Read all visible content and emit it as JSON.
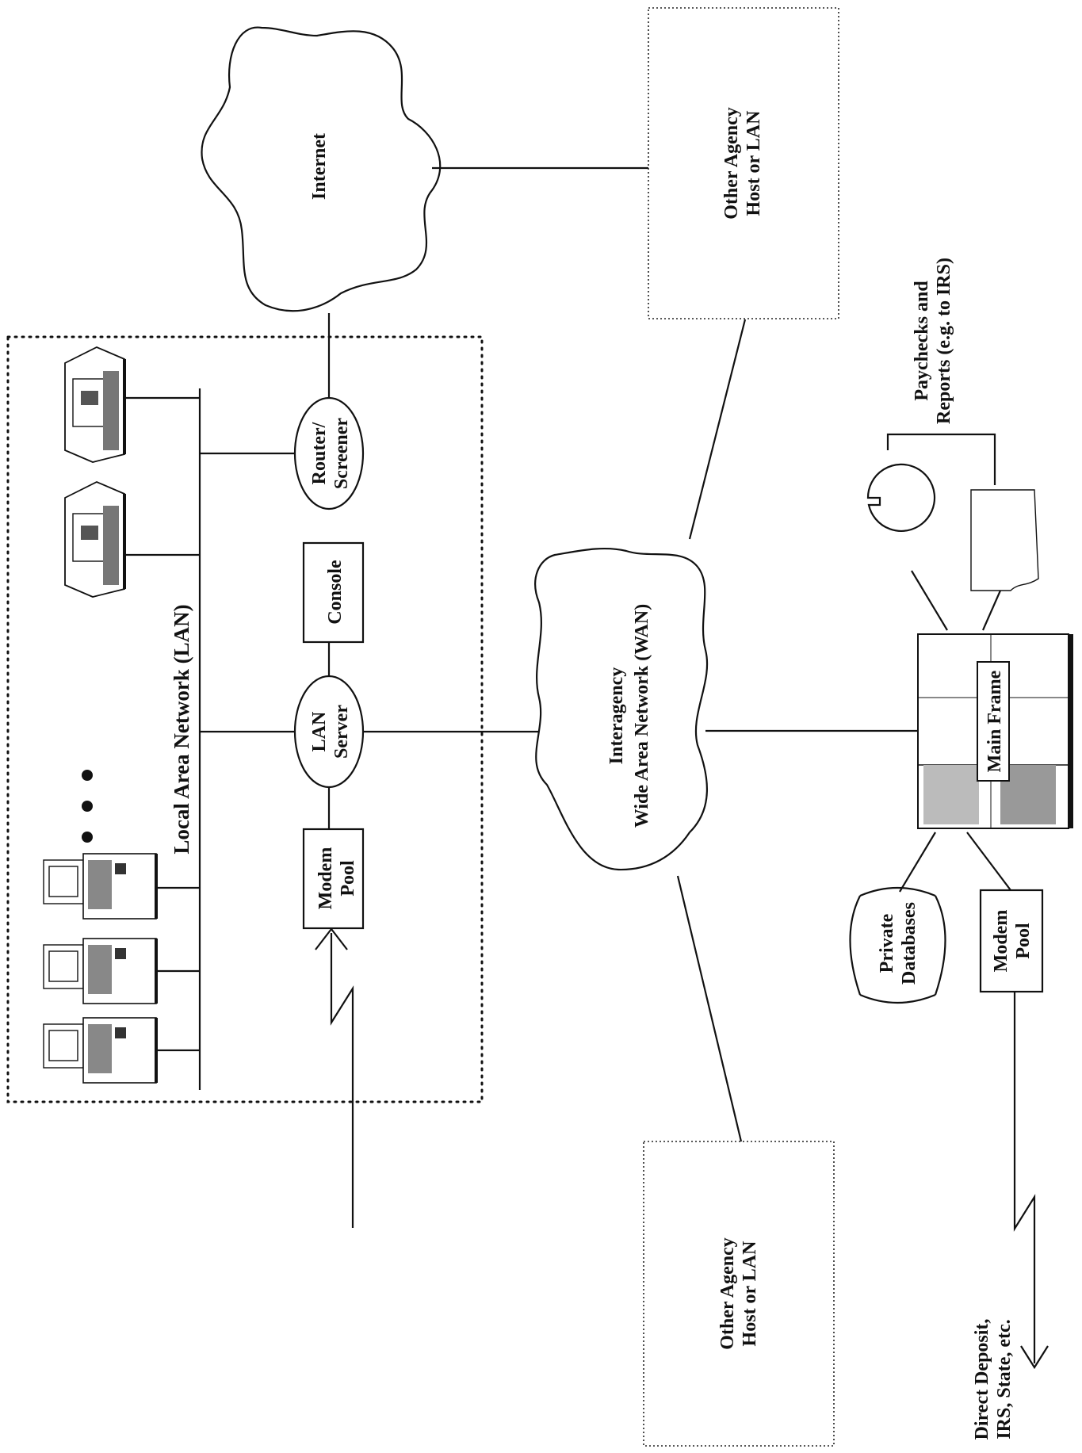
{
  "diagram": {
    "lan_title": "Local Area Network (LAN)",
    "wan_title_line1": "Interagency",
    "wan_title_line2": "Wide Area Network (WAN)",
    "internet": "Internet",
    "other_agency_top_line1": "Other Agency",
    "other_agency_top_line2": "Host or LAN",
    "other_agency_bottom_line1": "Other Agency",
    "other_agency_bottom_line2": "Host or LAN",
    "router_line1": "Router/",
    "router_line2": "Screener",
    "console": "Console",
    "lan_server_line1": "LAN",
    "lan_server_line2": "Server",
    "lan_modem_pool_line1": "Modem",
    "lan_modem_pool_line2": "Pool",
    "mainframe": "Main Frame",
    "private_db_line1": "Private",
    "private_db_line2": "Databases",
    "mf_modem_pool_line1": "Modem",
    "mf_modem_pool_line2": "Pool",
    "paychecks_line1": "Paychecks and",
    "paychecks_line2": "Reports (e.g. to IRS)",
    "direct_deposit_line1": "Direct Deposit,",
    "direct_deposit_line2": "IRS, State, etc."
  }
}
